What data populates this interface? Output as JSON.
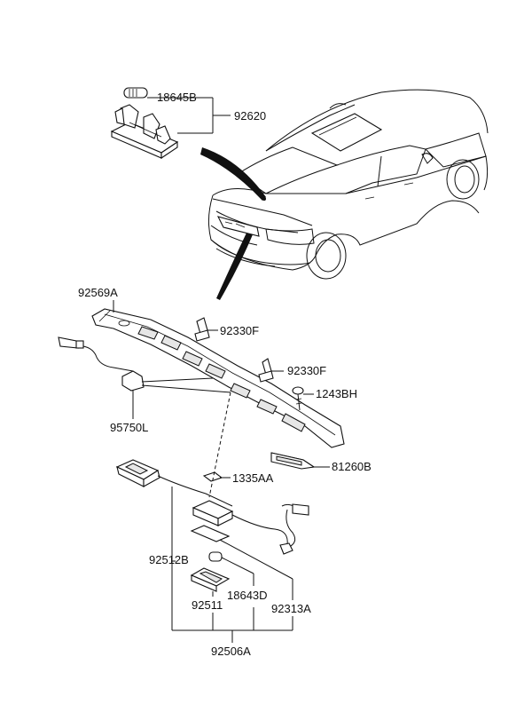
{
  "labels": {
    "p18645B": "18645B",
    "p92620": "92620",
    "p92569A": "92569A",
    "p92330F_a": "92330F",
    "p92330F_b": "92330F",
    "p1243BH": "1243BH",
    "p95750L": "95750L",
    "p81260B": "81260B",
    "p1335AA": "1335AA",
    "p92512B": "92512B",
    "p18643D": "18643D",
    "p92511": "92511",
    "p92313A": "92313A",
    "p92506A": "92506A"
  }
}
